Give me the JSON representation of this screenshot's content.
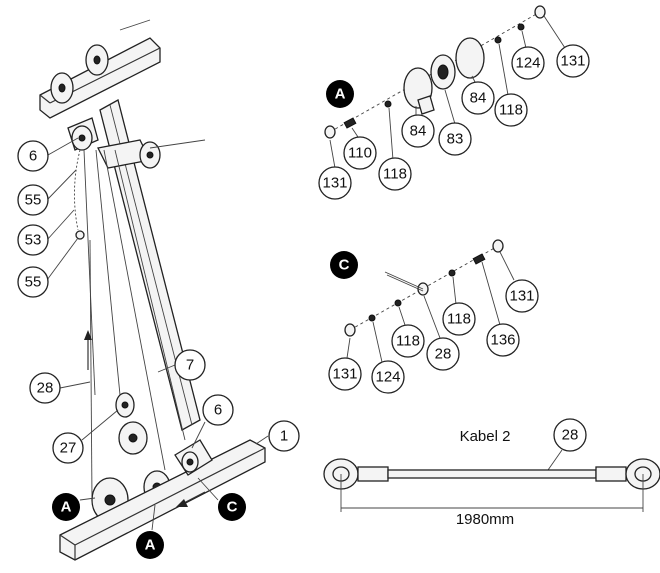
{
  "callouts": {
    "main": [
      "6",
      "55",
      "53",
      "55",
      "28",
      "27",
      "7",
      "6",
      "1"
    ],
    "group_a": [
      "131",
      "110",
      "118",
      "84",
      "83",
      "84",
      "118",
      "124",
      "131"
    ],
    "group_c": [
      "131",
      "118",
      "118",
      "28",
      "124",
      "136",
      "131"
    ]
  },
  "markers": {
    "group_a": "A",
    "group_c": "C",
    "main_a1": "A",
    "main_a2": "A",
    "main_c": "C"
  },
  "cable": {
    "title": "Kabel 2",
    "part_no": "28",
    "length": "1980mm"
  }
}
